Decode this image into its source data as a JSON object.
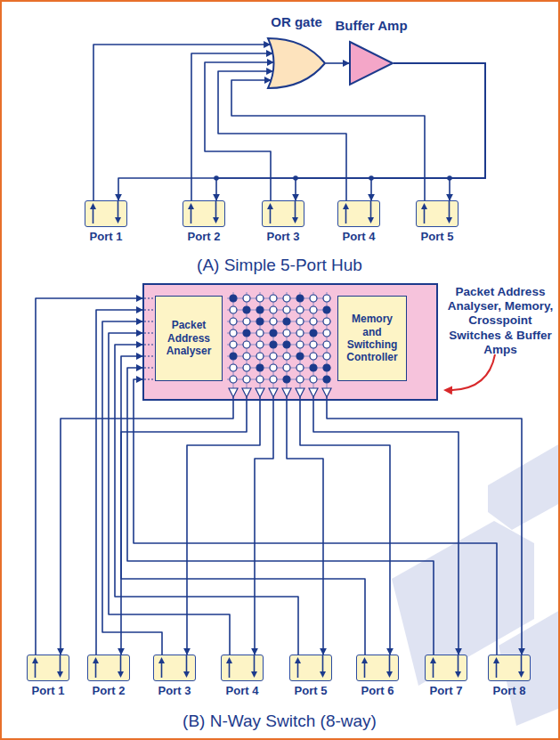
{
  "diagram": {
    "nodes": [
      {
        "text": [
          "Port 1"
        ]
      },
      {
        "text": [
          "Port 2"
        ]
      },
      {
        "text": [
          "Port 3"
        ]
      },
      {
        "text": [
          "Port 4"
        ]
      },
      {
        "text": [
          "Port 5"
        ]
      },
      {
        "text": [
          "OR gate"
        ]
      },
      {
        "text": [
          "Buffer Amp"
        ]
      },
      {
        "text": [
          "Packet Address Analyser, Memory, Crosspoint Switches & Buffer Amps"
        ]
      },
      {
        "text": [
          "Packet Address Analyser"
        ],
        "in": 7
      },
      {
        "text": [
          "Memory and Switching Controller"
        ],
        "in": 7
      },
      {
        "text": [
          "Port 1"
        ]
      },
      {
        "text": [
          "Port 2"
        ]
      },
      {
        "text": [
          "Port 3"
        ]
      },
      {
        "text": [
          "Port 4"
        ]
      },
      {
        "text": [
          "Port 5"
        ]
      },
      {
        "text": [
          "Port 6"
        ]
      },
      {
        "text": [
          "Port 7"
        ]
      },
      {
        "text": [
          "Port 8"
        ]
      }
    ],
    "edges": [
      {
        "from": 0,
        "to": 5,
        "arrow": "to"
      },
      {
        "from": 1,
        "to": 5,
        "arrow": "to"
      },
      {
        "from": 2,
        "to": 5,
        "arrow": "to"
      },
      {
        "from": 3,
        "to": 5,
        "arrow": "to"
      },
      {
        "from": 4,
        "to": 5,
        "arrow": "to"
      },
      {
        "from": 5,
        "to": 6,
        "arrow": "to"
      },
      {
        "from": 6,
        "to": 0,
        "arrow": "to"
      },
      {
        "from": 6,
        "to": 1,
        "arrow": "to"
      },
      {
        "from": 6,
        "to": 2,
        "arrow": "to"
      },
      {
        "from": 6,
        "to": 3,
        "arrow": "to"
      },
      {
        "from": 6,
        "to": 4,
        "arrow": "to"
      },
      {
        "from": 10,
        "to": 7,
        "arrow": "to"
      },
      {
        "from": 11,
        "to": 7,
        "arrow": "to"
      },
      {
        "from": 12,
        "to": 7,
        "arrow": "to"
      },
      {
        "from": 13,
        "to": 7,
        "arrow": "to"
      },
      {
        "from": 14,
        "to": 7,
        "arrow": "to"
      },
      {
        "from": 15,
        "to": 7,
        "arrow": "to"
      },
      {
        "from": 16,
        "to": 7,
        "arrow": "to"
      },
      {
        "from": 17,
        "to": 7,
        "arrow": "to"
      },
      {
        "from": 7,
        "to": 10,
        "arrow": "to"
      },
      {
        "from": 7,
        "to": 11,
        "arrow": "to"
      },
      {
        "from": 7,
        "to": 12,
        "arrow": "to"
      },
      {
        "from": 7,
        "to": 13,
        "arrow": "to"
      },
      {
        "from": 7,
        "to": 14,
        "arrow": "to"
      },
      {
        "from": 7,
        "to": 15,
        "arrow": "to"
      },
      {
        "from": 7,
        "to": 16,
        "arrow": "to"
      },
      {
        "from": 7,
        "to": 17,
        "arrow": "to"
      }
    ],
    "labels": [
      "(A) Simple 5-Port Hub",
      "(B) N-Way Switch (8-way)"
    ]
  }
}
